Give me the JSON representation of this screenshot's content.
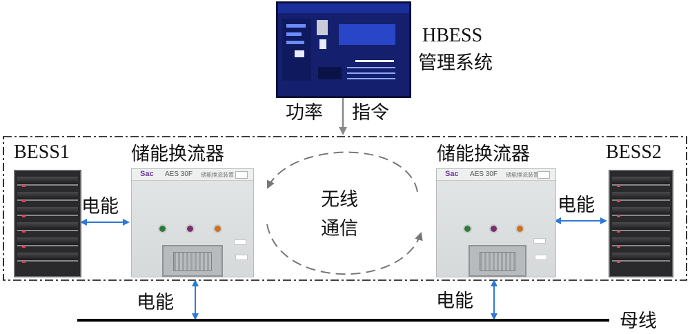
{
  "labels": {
    "hbess_line1": "HBESS",
    "hbess_line2": "管理系统",
    "power_label": "功率",
    "command_label": "指令",
    "bess1": "BESS1",
    "bess2": "BESS2",
    "pcs_left": "储能换流器",
    "pcs_right": "储能换流器",
    "energy_left": "电能",
    "energy_right": "电能",
    "energy_bottom_left": "电能",
    "energy_bottom_right": "电能",
    "wireless_line1": "无线",
    "wireless_line2": "通信",
    "bus": "母线"
  },
  "cabinet": {
    "brand": "Sac",
    "model": "AES 30F",
    "title": "储能换流装置"
  },
  "colors": {
    "arrow_blue": "#2d78d6",
    "arrow_gray": "#888888",
    "dashed_gray": "#777777",
    "bus_black": "#000000"
  },
  "icons": {
    "hmi": "monitor-screen-icon",
    "pcs": "converter-cabinet-icon",
    "battery": "battery-rack-icon"
  }
}
